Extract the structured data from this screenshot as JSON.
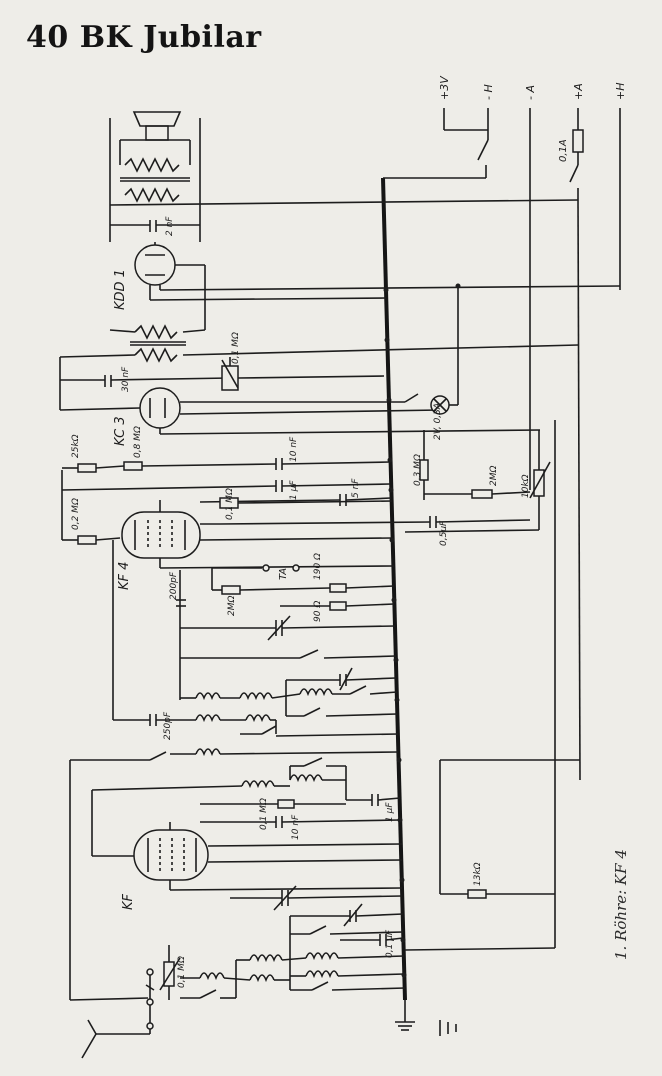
{
  "title": "40 BK Jubilar",
  "footnote": "1. Röhre: KF 4",
  "tubes": [
    "KDD 1",
    "KC 3",
    "KF 4",
    "KF"
  ],
  "supply_terminals": [
    "+3V",
    "- H",
    "- A",
    "+A",
    "+H"
  ],
  "component_labels": {
    "c_2nf": "2 nF",
    "c_30nf": "30 nF",
    "pot_01": "0,1 MΩ",
    "lamp": "2V, 0,3A",
    "r_25k": "25kΩ",
    "r_08": "0,8 MΩ",
    "c_10nf_a": "10 nF",
    "c_1uf_a": "1 µF",
    "c_5nf": "5 nF",
    "r_03": "0,3 MΩ",
    "r_2m_a": "2MΩ",
    "pot_10k": "10kΩ",
    "r_02m": "0,2 MΩ",
    "r_01_a": "0,1 MΩ",
    "c_05uf": "0,5µF",
    "ta": "TA",
    "c_200pf": "200pF",
    "r_2m_b": "2MΩ",
    "r_190": "190 Ω",
    "r_90": "90 Ω",
    "c_250pf": "250pF",
    "r_01_b": "0,1 MΩ",
    "c_10nf_b": "10 nF",
    "c_1uf_b": "1 µF",
    "r_13k": "13kΩ",
    "c_01uf": "0,1 µF",
    "pot_01_b": "0,1 MΩ",
    "fuse": "0,1A"
  }
}
